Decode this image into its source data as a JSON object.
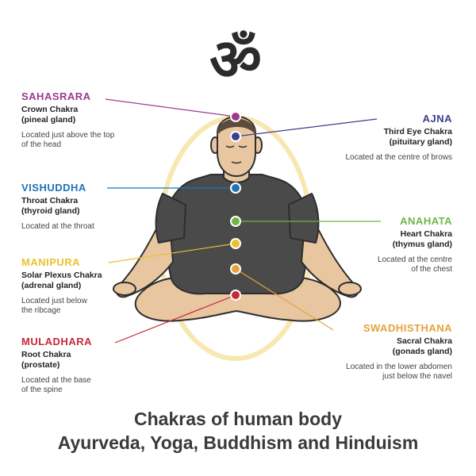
{
  "symbol": "ॐ",
  "title_line1": "Chakras of human body",
  "title_line2": "Ayurveda, Yoga, Buddhism and Hinduism",
  "chakras": [
    {
      "name": "SAHASRARA",
      "title": "Crown Chakra",
      "gland": "(pineal gland)",
      "location": "Located just above the top\nof the head",
      "color": "#9b3a8f"
    },
    {
      "name": "AJNA",
      "title": "Third Eye Chakra",
      "gland": "(pituitary gland)",
      "location": "Located at the centre of brows",
      "color": "#3b3f8c"
    },
    {
      "name": "VISHUDDHA",
      "title": "Throat Chakra",
      "gland": "(thyroid gland)",
      "location": "Located at the throat",
      "color": "#1f74b6"
    },
    {
      "name": "ANAHATA",
      "title": "Heart Chakra",
      "gland": "(thymus gland)",
      "location": "Located at the centre\nof the chest",
      "color": "#6fb544"
    },
    {
      "name": "MANIPURA",
      "title": "Solar Plexus Chakra",
      "gland": "(adrenal gland)",
      "location": "Located just below\nthe ribcage",
      "color": "#e9c22e"
    },
    {
      "name": "SWADHISTHANA",
      "title": "Sacral Chakra",
      "gland": "(gonads gland)",
      "location": "Located in the lower abdomen\njust below the navel",
      "color": "#e6a23c"
    },
    {
      "name": "MULADHARA",
      "title": "Root Chakra",
      "gland": "(prostate)",
      "location": "Located at the base\nof  the spine",
      "color": "#c9283a"
    }
  ],
  "colors": {
    "skin": "#e8c6a0",
    "shirt": "#4a4a4a",
    "aura": "#f7e7b0",
    "line": "#333333",
    "text": "#3a3a3a"
  }
}
